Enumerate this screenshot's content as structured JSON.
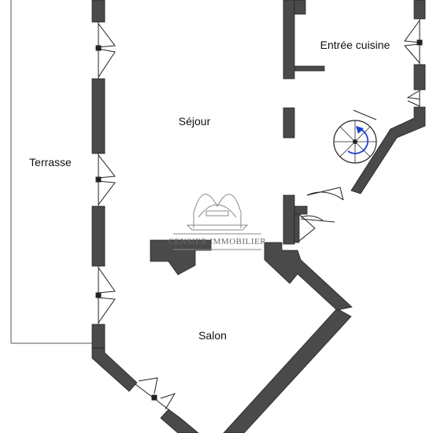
{
  "rooms": {
    "terrasse": "Terrasse",
    "sejour": "Séjour",
    "entree_cuisine": "Entrée cuisine",
    "salon": "Salon"
  },
  "watermark": {
    "text": "CENSIER IMMOBILIER"
  },
  "colors": {
    "wall": "#4a4a4a",
    "line": "#222222",
    "stair_arrow": "#1f3fd0",
    "watermark": "#8a8a8a",
    "background": "#ffffff"
  }
}
